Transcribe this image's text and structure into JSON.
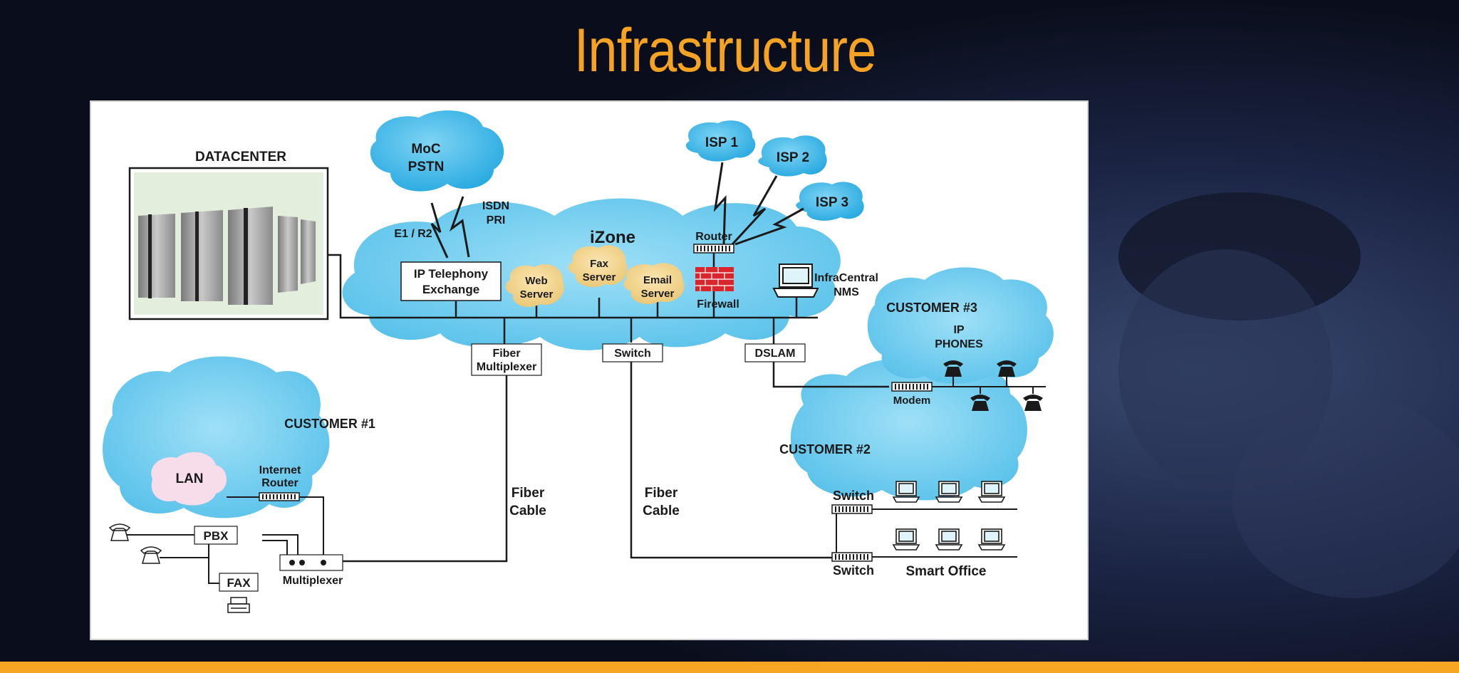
{
  "slide": {
    "title": "Infrastructure"
  },
  "colors": {
    "title": "#f6a323",
    "accent_bar": "#f6a623",
    "cloud_blue": "#5ec6ec",
    "cloud_light": "#8fdaf5",
    "server_cloud": "#f0d18a",
    "lan_cloud": "#f6dbe9",
    "firewall": "#d9262c",
    "line": "#1a1a1a"
  },
  "diagram": {
    "datacenter_label": "DATACENTER",
    "izone_label": "iZone",
    "moc_pstn": [
      "MoC",
      "PSTN"
    ],
    "isdn_pri": [
      "ISDN",
      "PRI"
    ],
    "e1_r2": "E1 / R2",
    "ip_telephony": [
      "IP Telephony",
      "Exchange"
    ],
    "web_server": [
      "Web",
      "Server"
    ],
    "fax_server": [
      "Fax",
      "Server"
    ],
    "email_server": [
      "Email",
      "Server"
    ],
    "router": "Router",
    "firewall": "Firewall",
    "nms": [
      "InfraCentral",
      "NMS"
    ],
    "isp1": "ISP 1",
    "isp2": "ISP 2",
    "isp3": "ISP 3",
    "fiber_multiplexer": [
      "Fiber",
      "Multiplexer"
    ],
    "switch": "Switch",
    "dslam": "DSLAM",
    "customer3": "CUSTOMER #3",
    "ip_phones": [
      "IP",
      "PHONES"
    ],
    "modem": "Modem",
    "customer1": "CUSTOMER #1",
    "lan": "LAN",
    "internet_router": [
      "Internet",
      "Router"
    ],
    "pbx": "PBX",
    "fax": "FAX",
    "multiplexer": "Multiplexer",
    "fiber_cable_1": [
      "Fiber",
      "Cable"
    ],
    "fiber_cable_2": [
      "Fiber",
      "Cable"
    ],
    "customer2": "CUSTOMER #2",
    "switch_top": "Switch",
    "switch_bottom": "Switch",
    "smart_office": "Smart Office"
  }
}
